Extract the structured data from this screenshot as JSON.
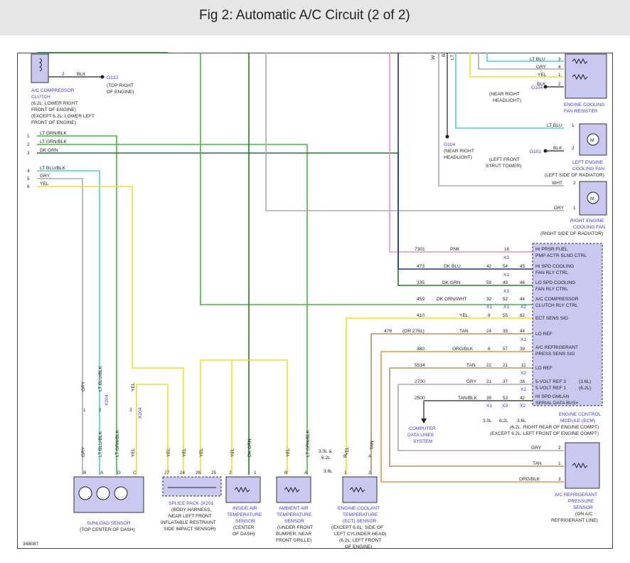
{
  "header": {
    "title": "Fig 2: Automatic A/C Circuit (2 of 2)"
  },
  "figure_id": "348087",
  "wire_labels": {
    "blk": "BLK",
    "lt_grn_blk": "LT GRN/BLK",
    "dk_grn": "DK GRN",
    "lt_blu_blk": "LT BLU/BLK",
    "gry": "GRY",
    "yel": "YEL",
    "lt_blu": "LT BLU",
    "wht": "WHT",
    "pnk": "PNK",
    "dk_blu": "DK BLU",
    "dk_grn_wht": "DK GRN/WHT",
    "tan": "TAN",
    "org_blk": "ORG/BLK",
    "tan_blk": "TAN/BLK",
    "or_2761": "(OR 2761)",
    "top_w": "W",
    "top_b": "B",
    "top_lt": "LT"
  },
  "pin_labels": {
    "p1": "1",
    "p2": "2",
    "p3": "3",
    "p4": "4",
    "p5": "5",
    "p6": "6",
    "p8": "8",
    "p11": "11",
    "p16": "16",
    "p21": "21",
    "p22": "22",
    "p24": "24",
    "p25": "25",
    "p26": "26",
    "p27": "27",
    "p32": "32",
    "p35": "35",
    "p37": "37",
    "p38": "38",
    "p39": "39",
    "p42": "42",
    "p44": "44",
    "p45": "45",
    "p46": "46",
    "p49": "49",
    "p52": "52",
    "p53": "53",
    "p54": "54",
    "p55": "55",
    "p57": "57",
    "p59": "59",
    "p82": "82",
    "pA": "A",
    "pB": "B",
    "pC": "C",
    "pD": "D"
  },
  "circuit_numbers": {
    "c7301": "7301",
    "c473": "473",
    "c335": "335",
    "c459": "459",
    "c410": "410",
    "c476": "476",
    "c380": "380",
    "c5514": "5514",
    "c2700": "2700",
    "c2500": "2500"
  },
  "connector_refs": {
    "x1": "X1",
    "x2": "X2",
    "x3": "X3",
    "x204": "X204"
  },
  "grounds": {
    "g132": "G132",
    "g132_loc": [
      "(TOP RIGHT",
      "OF ENGINE)"
    ],
    "g104a": "G104",
    "g104a_loc": [
      "(NEAR RIGHT",
      "HEADLIGHT)"
    ],
    "g104b": "G104",
    "g104b_loc": [
      "(NEAR RIGHT",
      "HEADLIGHT)"
    ],
    "g101": "G101",
    "g101_loc": [
      "(LEFT FRONT",
      "STRUT TOWER)"
    ]
  },
  "components": {
    "ac_clutch": [
      "A/C COMPRESSOR",
      "CLUTCH",
      "(6.2L: LOWER RIGHT",
      "FRONT OF ENGINE)",
      "(EXCEPT 6.2L: LOWER LEFT",
      "FRONT OF ENGINE)"
    ],
    "fan_resister": [
      "ENGINE COOLING",
      "FAN RESISTER"
    ],
    "left_fan": [
      "LEFT ENGINE",
      "COOLING FAN",
      "(LEFT SIDE OF RADIATOR)"
    ],
    "right_fan": [
      "RIGHT ENGINE",
      "COOLING FAN",
      "(RIGHT SIDE OF RADIATOR)"
    ],
    "ecm": [
      "ENGINE CONTROL",
      "MODULE (ECM)",
      "(6.2L: RIGHT REAR OF ENGINE COMPT)",
      "(EXCEPT 6.2L: LEFT FRONT OF ENGINE COMPT)"
    ],
    "sunload": [
      "SUNLOAD SENSOR",
      "(TOP CENTER OF DASH)"
    ],
    "splice": [
      "SPLICE PACK JX201",
      "(BODY HARNESS,",
      "NEAR LEFT FRONT",
      "INFLATABLE RESTRAINT",
      "SIDE IMPACT SENSOR)"
    ],
    "inside_air": [
      "INSIDE AIR",
      "TEMPERATURE",
      "SENSOR",
      "(CENTER",
      "OF DASH)"
    ],
    "ambient_air": [
      "AMBIENT AIR",
      "TEMPERATURE",
      "SENSOR",
      "(UNDER FRONT",
      "BUMPER, NEAR",
      "FRONT GRILLE)"
    ],
    "ect": [
      "ENGINE COOLANT",
      "TEMPERATURE",
      "(ECT) SENSOR",
      "(EXCEPT 6.0L: SIDE OF",
      "LEFT CYLINDER HEAD)",
      "(6.2L: LEFT FRONT",
      "OF ENGINE)"
    ],
    "ac_pressure": [
      "A/C REFRIGERANT",
      "PRESSURE",
      "SENSOR",
      "(ON A/C",
      "REFRIGERANT LINE)"
    ],
    "computer_data": [
      "COMPUTER",
      "DATA LINES",
      "SYSTEM"
    ]
  },
  "ecm_functions": [
    [
      "HI PRSR FUEL",
      "PMP ACTR SLND CTRL"
    ],
    [
      "HI SPD COOLING",
      "FAN RLY CTRL"
    ],
    [
      "LO SPD COOLING",
      "FAN RLY CTRL"
    ],
    [
      "A/C COMPRESSOR",
      "CLUTCH RLY CTRL"
    ],
    [
      "ECT SENS SIG"
    ],
    [
      "LO REF"
    ],
    [
      "A/C REFRIGERANT",
      "PRESS SENS SIG"
    ],
    [
      "LO REF"
    ],
    [
      "5-VOLT REF 3",
      "5-VOLT REF 1"
    ],
    [
      "HI SPD GMLAN",
      "SERIAL DATA BUS+"
    ]
  ],
  "engine_variants": {
    "v36": "(3.6L)",
    "v62": "(6.2L)",
    "e30": "3.0L",
    "e62": "6.2L",
    "e36": "3.6L",
    "ect_30_62": "3.0L &",
    "ect_62": "6.2L",
    "ect_36": "3.6L"
  }
}
